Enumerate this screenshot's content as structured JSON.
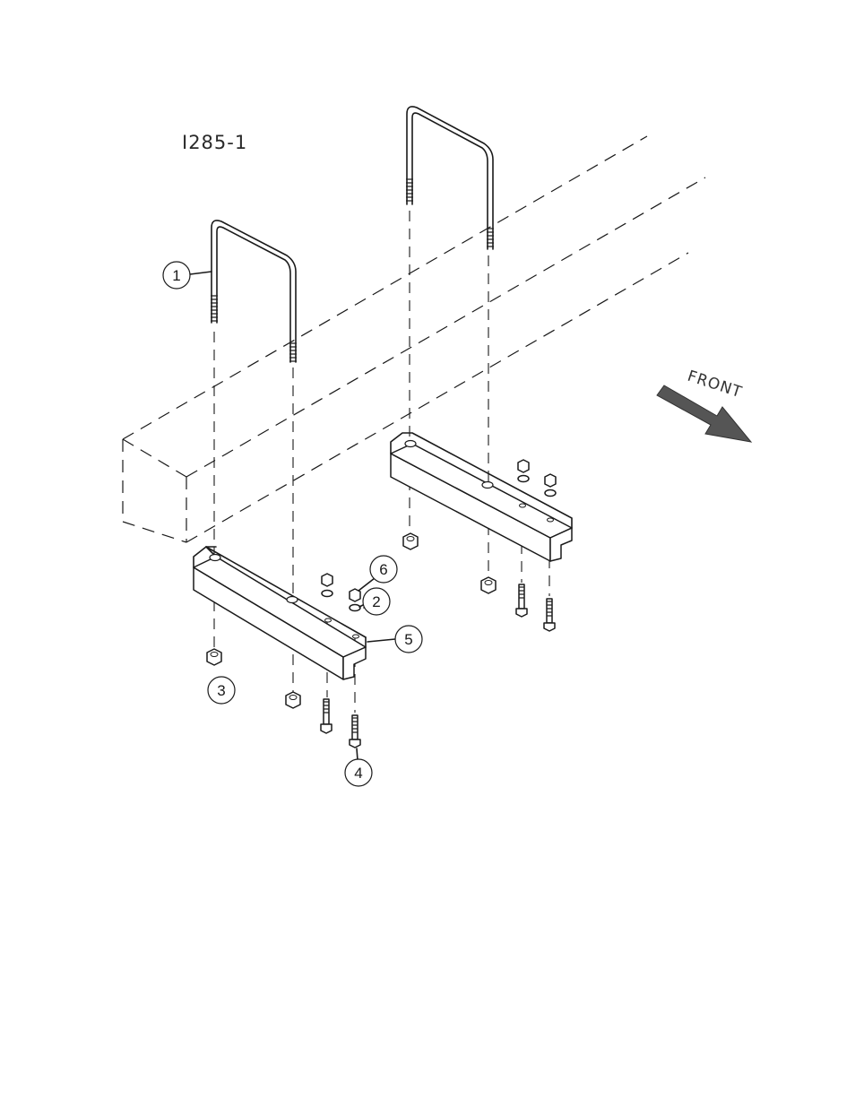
{
  "figure_id": "I285-1",
  "direction_label": "FRONT",
  "callouts": [
    "1",
    "2",
    "3",
    "4",
    "5",
    "6"
  ],
  "icons": {
    "direction": "front-arrow-icon"
  },
  "colors": {
    "line": "#1a1a1a",
    "arrow": "#555555",
    "paper": "#ffffff"
  }
}
